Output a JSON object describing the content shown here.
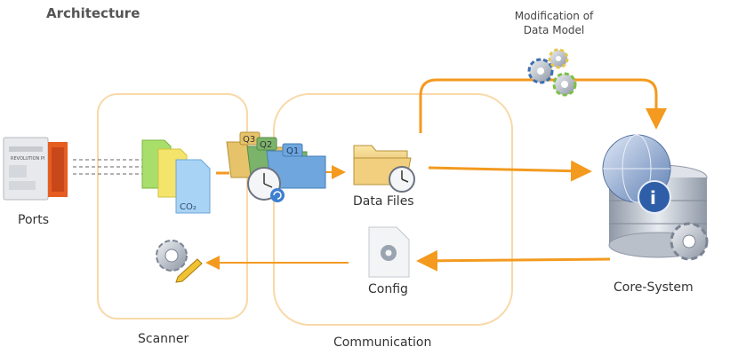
{
  "title": "Architecture",
  "nodes": {
    "ports": "Ports",
    "scanner": "Scanner",
    "communication": "Communication",
    "data_files": "Data Files",
    "config": "Config",
    "core_system": "Core-System",
    "modification": [
      "Modification of",
      "Data Model"
    ]
  },
  "queue_tabs": [
    "Q3",
    "Q2",
    "Q1"
  ],
  "doc_label": "CO₂",
  "device_text": "REVOLUTION PI",
  "colors": {
    "accent": "#f39a1f",
    "group_border": "#f8d9a8",
    "folder": "#e9c46a",
    "globe": "#6f8ebf"
  }
}
